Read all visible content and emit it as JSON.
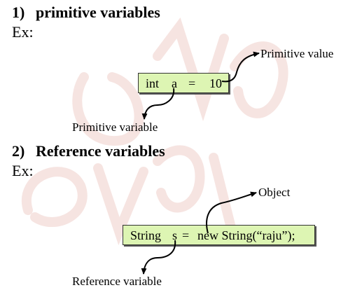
{
  "section1": {
    "number": "1)",
    "title": "primitive variables",
    "ex_label": "Ex:",
    "code": {
      "type": "int",
      "name": "a",
      "equals": "=",
      "value": "10"
    },
    "value_label": "Primitive value",
    "variable_label": "Primitive variable"
  },
  "section2": {
    "number": "2)",
    "title": "Reference variables",
    "ex_label": "Ex:",
    "code": {
      "type": "String",
      "name": "s",
      "equals": "=",
      "expression": "new String(“raju”);"
    },
    "object_label": "Object",
    "variable_label": "Reference variable"
  },
  "colors": {
    "code_box_fill": "#ddf5b3",
    "watermark": "#f3dcd8"
  }
}
